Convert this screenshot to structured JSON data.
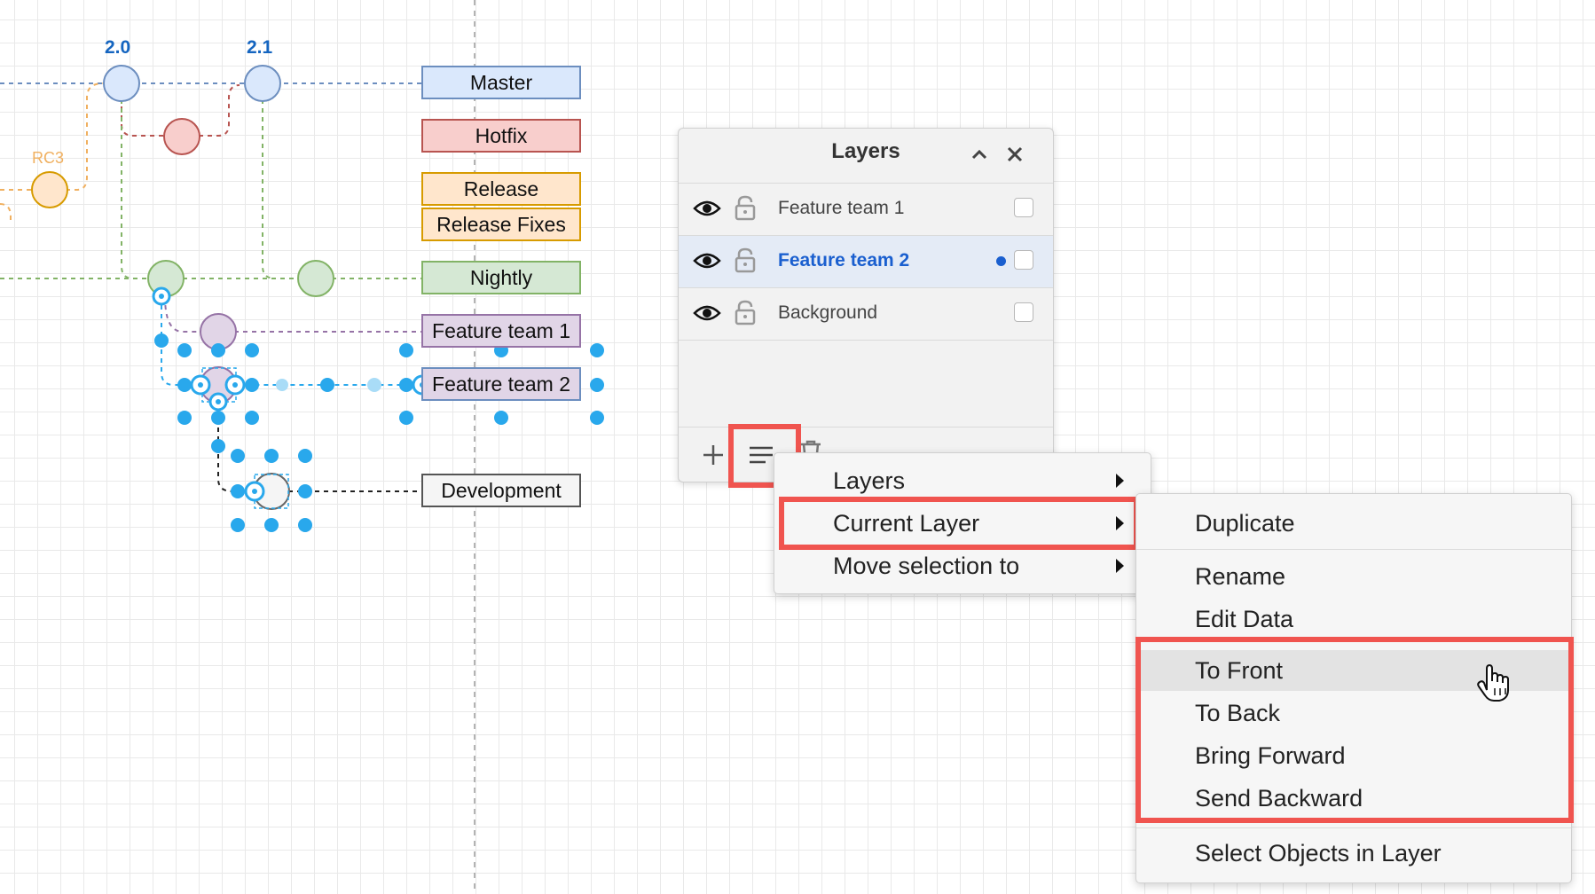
{
  "diagram": {
    "version_labels": [
      "2.0",
      "2.1"
    ],
    "rc_label": "RC3",
    "branches": [
      {
        "label": "Master",
        "fill": "#dae8fc",
        "stroke": "#6c8ebf"
      },
      {
        "label": "Hotfix",
        "fill": "#f8cecc",
        "stroke": "#b85450"
      },
      {
        "label": "Release",
        "fill": "#ffe6cc",
        "stroke": "#d79b00"
      },
      {
        "label": "Release Fixes",
        "fill": "#ffe6cc",
        "stroke": "#d79b00"
      },
      {
        "label": "Nightly",
        "fill": "#d5e8d4",
        "stroke": "#82b366"
      },
      {
        "label": "Feature team 1",
        "fill": "#e1d5e7",
        "stroke": "#9673a6"
      },
      {
        "label": "Feature team 2",
        "fill": "#e1d5e7",
        "stroke": "#9673a6"
      },
      {
        "label": "Development",
        "fill": "#f5f5f5",
        "stroke": "#666666"
      }
    ],
    "selection_color": "#29a8ec"
  },
  "layers_panel": {
    "title": "Layers",
    "collapse_icon": "chevron-up-icon",
    "close_icon": "close-icon",
    "layers": [
      {
        "name": "Feature team 1",
        "active": false
      },
      {
        "name": "Feature team 2",
        "active": true
      },
      {
        "name": "Background",
        "active": false
      }
    ],
    "footer": {
      "add_icon": "plus-icon",
      "menu_icon": "menu-icon",
      "delete_icon": "trash-icon"
    }
  },
  "context_menu": {
    "items": [
      "Layers",
      "Current Layer",
      "Move selection to"
    ]
  },
  "submenu": {
    "items": [
      "Duplicate",
      "Rename",
      "Edit Data",
      "To Front",
      "To Back",
      "Bring Forward",
      "Send Backward",
      "Select Objects in Layer"
    ],
    "hovered": "To Front"
  },
  "highlight_color": "#f0544f"
}
